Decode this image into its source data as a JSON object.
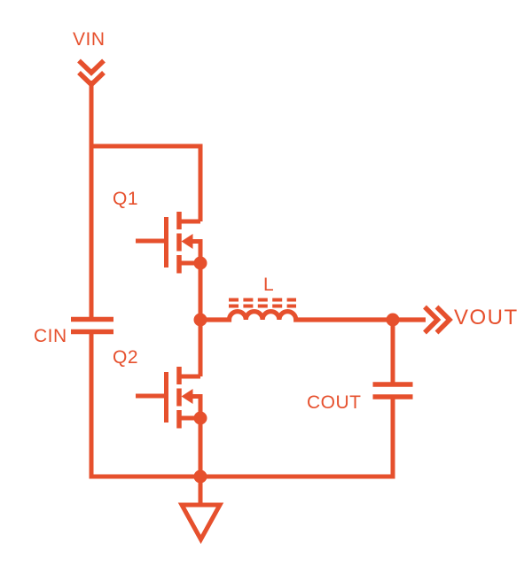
{
  "theme": {
    "accent": "#E6502D",
    "canvas_bg": "#FFFFFF"
  },
  "schematic": {
    "type": "circuit-diagram",
    "labels": {
      "vin": "VIN",
      "q1": "Q1",
      "cin": "CIN",
      "q2": "Q2",
      "inductor": "L",
      "cout": "COUT",
      "vout": "VOUT"
    },
    "icons": {
      "vin_arrow": "double-chevron-down-icon",
      "vout_arrow": "double-chevron-right-icon",
      "ground": "ground-open-triangle-icon",
      "junction": "junction-dot"
    }
  }
}
